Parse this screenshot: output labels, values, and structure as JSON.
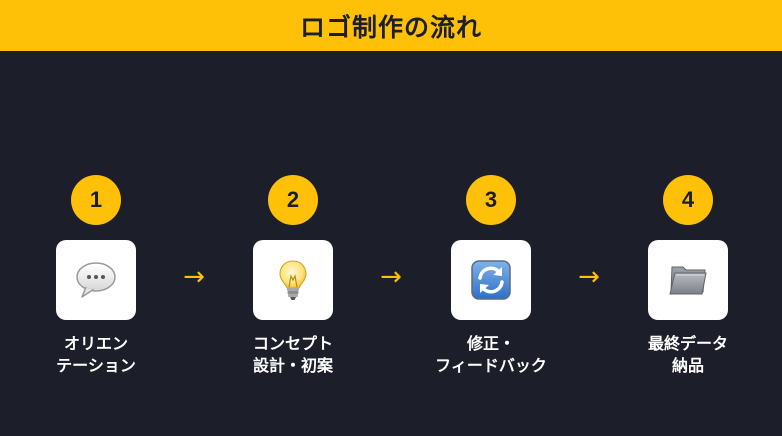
{
  "header": {
    "title": "ロゴ制作の流れ"
  },
  "arrow_glyph": "→",
  "steps": [
    {
      "number": "1",
      "icon": "speech-bubble-icon",
      "label_line1": "オリエン",
      "label_line2": "テーション"
    },
    {
      "number": "2",
      "icon": "light-bulb-icon",
      "label_line1": "コンセプト",
      "label_line2": "設計・初案"
    },
    {
      "number": "3",
      "icon": "refresh-arrows-icon",
      "label_line1": "修正・",
      "label_line2": "フィードバック"
    },
    {
      "number": "4",
      "icon": "folder-icon",
      "label_line1": "最終データ",
      "label_line2": "納品"
    }
  ],
  "colors": {
    "accent": "#ffc107",
    "background": "#1c1e29",
    "card": "#ffffff",
    "text": "#ffffff"
  }
}
